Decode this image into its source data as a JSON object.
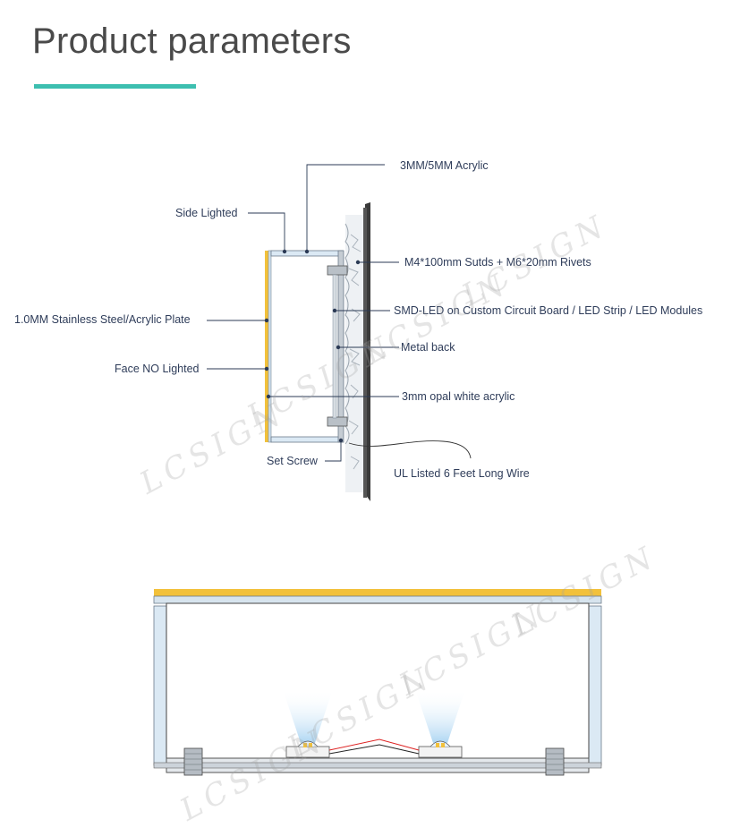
{
  "header": {
    "title": "Product parameters"
  },
  "colors": {
    "accent": "#3dbfb0",
    "label": "#2f3d5a",
    "leader": "#2b3a55",
    "yellow": "#f2c13b",
    "acrylic": "#dbe9f4"
  },
  "watermark": "LCSIGN",
  "section_diagram": {
    "labels": {
      "acrylic": "3MM/5MM Acrylic",
      "side_lighted": "Side Lighted",
      "studs_rivets": "M4*100mm Sutds + M6*20mm Rivets",
      "plate": "1.0MM Stainless Steel/Acrylic Plate",
      "smd_led": "SMD-LED on Custom Circuit Board / LED Strip / LED Modules",
      "metal_back": "Metal back",
      "face_no_lighted": "Face NO Lighted",
      "opal_acrylic": "3mm opal white acrylic",
      "set_screw": "Set Screw",
      "wire": "UL Listed 6 Feet Long Wire"
    }
  },
  "front_diagram": {
    "icons": [
      "rivet-icon",
      "led-chip-icon",
      "wire-icon"
    ]
  }
}
